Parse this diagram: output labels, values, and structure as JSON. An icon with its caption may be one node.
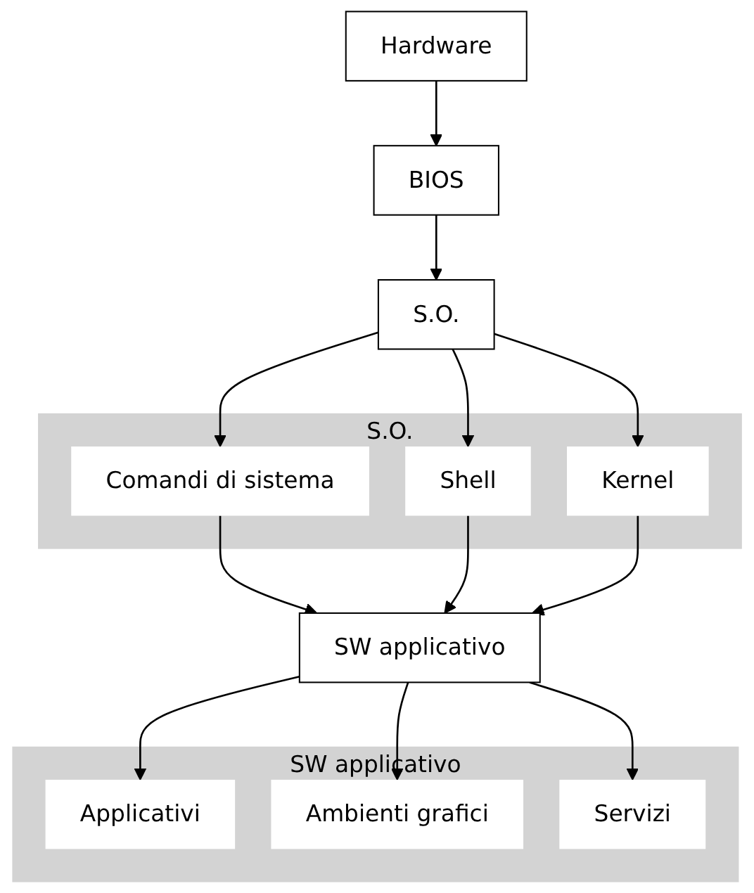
{
  "diagram": {
    "nodes": [
      {
        "text": [
          "Hardware"
        ]
      },
      {
        "text": [
          "BIOS"
        ]
      },
      {
        "text": [
          "S.O."
        ]
      },
      {
        "text": [
          "S.O."
        ]
      },
      {
        "text": [
          "Comandi di sistema"
        ],
        "in": 3
      },
      {
        "text": [
          "Shell"
        ],
        "in": 3
      },
      {
        "text": [
          "Kernel"
        ],
        "in": 3
      },
      {
        "text": [
          "SW applicativo"
        ]
      },
      {
        "text": [
          "SW applicativo"
        ]
      },
      {
        "text": [
          "Applicativi"
        ],
        "in": 8
      },
      {
        "text": [
          "Ambienti grafici"
        ],
        "in": 8
      },
      {
        "text": [
          "Servizi"
        ],
        "in": 8
      }
    ],
    "edges": [
      {
        "from": 0,
        "to": 1,
        "arrow": "to"
      },
      {
        "from": 1,
        "to": 2,
        "arrow": "to"
      },
      {
        "from": 2,
        "to": 4,
        "arrow": "to"
      },
      {
        "from": 2,
        "to": 5,
        "arrow": "to"
      },
      {
        "from": 2,
        "to": 6,
        "arrow": "to"
      },
      {
        "from": 4,
        "to": 7,
        "arrow": "to"
      },
      {
        "from": 5,
        "to": 7,
        "arrow": "to"
      },
      {
        "from": 6,
        "to": 7,
        "arrow": "to"
      },
      {
        "from": 7,
        "to": 9,
        "arrow": "to"
      },
      {
        "from": 7,
        "to": 10,
        "arrow": "to"
      },
      {
        "from": 7,
        "to": 11,
        "arrow": "to"
      }
    ]
  }
}
